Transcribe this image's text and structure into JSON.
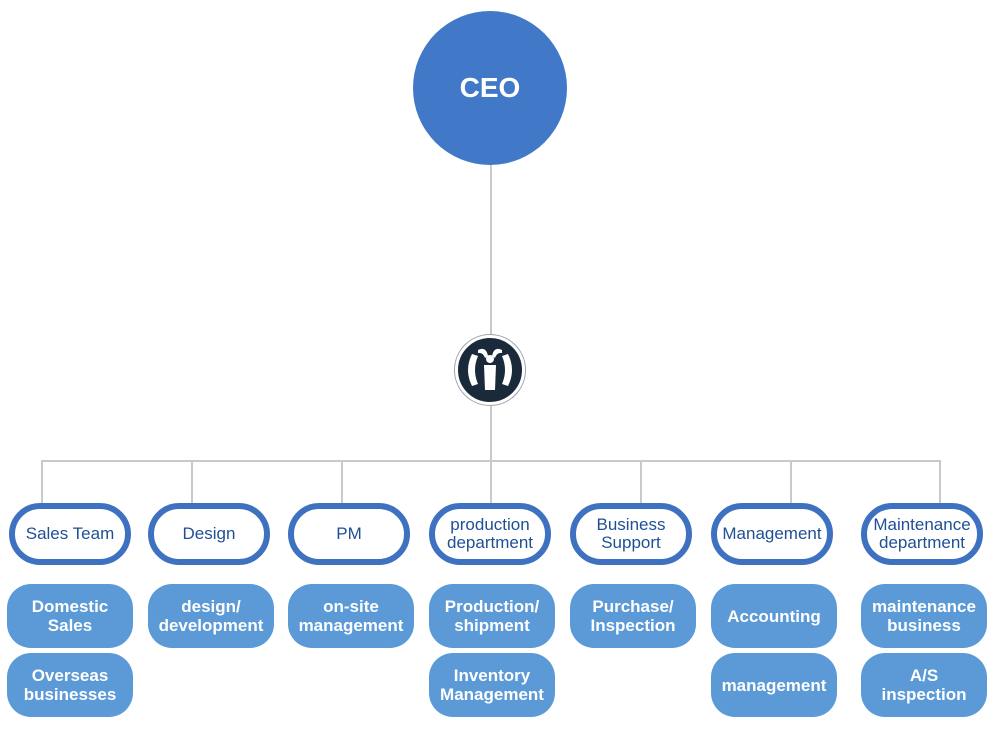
{
  "ceo": {
    "label": "CEO"
  },
  "logo": {
    "icon": "company-emblem-icon"
  },
  "colors": {
    "ceo_fill": "#4178c8",
    "dept_border": "#3e72c0",
    "dept_text": "#1f4f95",
    "sub_fill": "#5b9ad6",
    "connector": "#c9c9c9",
    "logo_fill": "#1b2a3a"
  },
  "departments": [
    {
      "label": "Sales Team",
      "subs": [
        "Domestic\nSales",
        "Overseas\nbusinesses"
      ]
    },
    {
      "label": "Design",
      "subs": [
        "design/\ndevelopment"
      ]
    },
    {
      "label": "PM",
      "subs": [
        "on-site\nmanagement"
      ]
    },
    {
      "label": "production\ndepartment",
      "subs": [
        "Production/\nshipment",
        "Inventory\nManagement"
      ]
    },
    {
      "label": "Business\nSupport",
      "subs": [
        "Purchase/\nInspection"
      ]
    },
    {
      "label": "Management",
      "subs": [
        "Accounting",
        "management"
      ]
    },
    {
      "label": "Maintenance\ndepartment",
      "subs": [
        "maintenance\nbusiness",
        "A/S\ninspection"
      ]
    }
  ]
}
